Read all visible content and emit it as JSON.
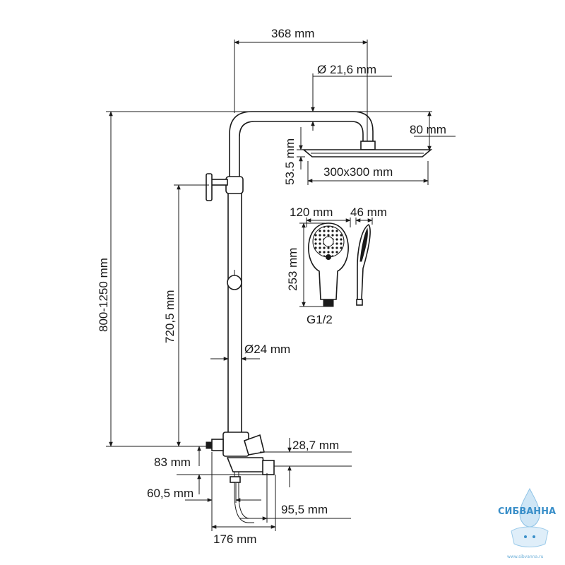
{
  "dimensions": {
    "arm_length": "368 mm",
    "arm_pipe_diameter": "Ø 21,6 mm",
    "head_height": "80 mm",
    "head_thickness": "53.5 mm",
    "head_size": "300x300 mm",
    "total_height": "800-1250 mm",
    "bracket_to_mixer": "720,5 mm",
    "riser_diameter": "Ø24 mm",
    "mixer_offset": "28,7 mm",
    "outlet_drop": "83 mm",
    "inlet_width": "60,5 mm",
    "spout_reach": "95,5 mm",
    "base_width": "176 mm",
    "hand_shower_width": "120 mm",
    "hand_shower_depth": "46 mm",
    "hand_shower_length": "253 mm",
    "hand_shower_thread": "G1/2"
  },
  "watermark": {
    "brand": "СИБВАННА",
    "url": "www.sibvanna.ru"
  }
}
